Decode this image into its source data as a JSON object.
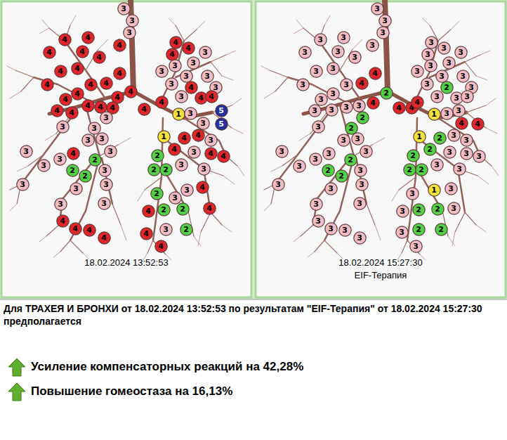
{
  "diagram": {
    "nodes": [
      {
        "text": [
          "3"
        ]
      },
      {
        "text": [
          "3"
        ]
      },
      {
        "text": [
          "3"
        ]
      },
      {
        "text": [
          "4"
        ]
      },
      {
        "text": [
          "4"
        ]
      },
      {
        "text": [
          "4"
        ]
      },
      {
        "text": [
          "4"
        ]
      },
      {
        "text": [
          "4"
        ]
      },
      {
        "text": [
          "4"
        ]
      },
      {
        "text": [
          "4"
        ]
      },
      {
        "text": [
          "4"
        ]
      },
      {
        "text": [
          "4"
        ]
      },
      {
        "text": [
          "4"
        ]
      },
      {
        "text": [
          "4"
        ]
      },
      {
        "text": [
          "4"
        ]
      },
      {
        "text": [
          "4"
        ]
      },
      {
        "text": [
          "4"
        ]
      },
      {
        "text": [
          "4"
        ]
      },
      {
        "text": [
          "4"
        ]
      },
      {
        "text": [
          "4"
        ]
      },
      {
        "text": [
          "4"
        ]
      },
      {
        "text": [
          "4"
        ]
      },
      {
        "text": [
          "4"
        ]
      },
      {
        "text": [
          "4"
        ]
      },
      {
        "text": [
          "4"
        ]
      },
      {
        "text": [
          "3"
        ]
      },
      {
        "text": [
          "3"
        ]
      },
      {
        "text": [
          "3"
        ]
      },
      {
        "text": [
          "3"
        ]
      },
      {
        "text": [
          "3"
        ]
      },
      {
        "text": [
          "4"
        ]
      },
      {
        "text": [
          "3"
        ]
      },
      {
        "text": [
          "3"
        ]
      },
      {
        "text": [
          "3"
        ]
      },
      {
        "text": [
          "3"
        ]
      },
      {
        "text": [
          "2"
        ]
      },
      {
        "text": [
          "3"
        ]
      },
      {
        "text": [
          "2"
        ]
      },
      {
        "text": [
          "2"
        ]
      },
      {
        "text": [
          "3"
        ]
      },
      {
        "text": [
          "3"
        ]
      },
      {
        "text": [
          "3"
        ]
      },
      {
        "text": [
          "3"
        ]
      },
      {
        "text": [
          "3"
        ]
      },
      {
        "text": [
          "4"
        ]
      },
      {
        "text": [
          "4"
        ]
      },
      {
        "text": [
          "4"
        ]
      },
      {
        "text": [
          "4"
        ]
      },
      {
        "text": [
          "4"
        ]
      },
      {
        "text": [
          "4"
        ]
      },
      {
        "text": [
          "4"
        ]
      },
      {
        "text": [
          "3"
        ]
      },
      {
        "text": [
          "3"
        ]
      },
      {
        "text": [
          "3"
        ]
      },
      {
        "text": [
          "3"
        ]
      },
      {
        "text": [
          "3"
        ]
      },
      {
        "text": [
          "3"
        ]
      },
      {
        "text": [
          "3"
        ]
      },
      {
        "text": [
          "3"
        ]
      },
      {
        "text": [
          "4"
        ]
      },
      {
        "text": [
          "3"
        ]
      },
      {
        "text": [
          "4"
        ]
      },
      {
        "text": [
          "4"
        ]
      },
      {
        "text": [
          "4"
        ]
      },
      {
        "text": [
          "1"
        ]
      },
      {
        "text": [
          "3"
        ]
      },
      {
        "text": [
          "5"
        ]
      },
      {
        "text": [
          "5"
        ]
      },
      {
        "text": [
          "3"
        ]
      },
      {
        "text": [
          "1"
        ]
      },
      {
        "text": [
          "4"
        ]
      },
      {
        "text": [
          "4"
        ]
      },
      {
        "text": [
          "3"
        ]
      },
      {
        "text": [
          "4"
        ]
      },
      {
        "text": [
          "3"
        ]
      },
      {
        "text": [
          "4"
        ]
      },
      {
        "text": [
          "4"
        ]
      },
      {
        "text": [
          "2"
        ]
      },
      {
        "text": [
          "2"
        ]
      },
      {
        "text": [
          "2"
        ]
      },
      {
        "text": [
          "3"
        ]
      },
      {
        "text": [
          "3"
        ]
      },
      {
        "text": [
          "3"
        ]
      },
      {
        "text": [
          "4"
        ]
      },
      {
        "text": [
          "2"
        ]
      },
      {
        "text": [
          "3"
        ]
      },
      {
        "text": [
          "4"
        ]
      },
      {
        "text": [
          "2"
        ]
      },
      {
        "text": [
          "2"
        ]
      },
      {
        "text": [
          "4"
        ]
      },
      {
        "text": [
          "3"
        ]
      },
      {
        "text": [
          "2"
        ]
      },
      {
        "text": [
          "4"
        ]
      },
      {
        "text": [
          "4"
        ]
      },
      {
        "text": [
          "3"
        ]
      },
      {
        "text": [
          "3"
        ]
      },
      {
        "text": [
          "3"
        ]
      },
      {
        "text": [
          "3"
        ]
      },
      {
        "text": [
          "3"
        ]
      },
      {
        "text": [
          "3"
        ]
      },
      {
        "text": [
          "3"
        ]
      },
      {
        "text": [
          "3"
        ]
      },
      {
        "text": [
          "3"
        ]
      },
      {
        "text": [
          "3"
        ]
      },
      {
        "text": [
          "3"
        ]
      },
      {
        "text": [
          "4"
        ]
      },
      {
        "text": [
          "4"
        ]
      },
      {
        "text": [
          "3"
        ]
      },
      {
        "text": [
          "3"
        ]
      },
      {
        "text": [
          "3"
        ]
      },
      {
        "text": [
          "3"
        ]
      },
      {
        "text": [
          "2"
        ]
      },
      {
        "text": [
          "4"
        ]
      },
      {
        "text": [
          "3"
        ]
      },
      {
        "text": [
          "3"
        ]
      },
      {
        "text": [
          "3"
        ]
      },
      {
        "text": [
          "3"
        ]
      },
      {
        "text": [
          "4"
        ]
      },
      {
        "text": [
          "4"
        ]
      },
      {
        "text": [
          "3"
        ]
      },
      {
        "text": [
          "2"
        ]
      },
      {
        "text": [
          "2"
        ]
      },
      {
        "text": [
          "3"
        ]
      },
      {
        "text": [
          "3"
        ]
      },
      {
        "text": [
          "3"
        ]
      },
      {
        "text": [
          "3"
        ]
      },
      {
        "text": [
          "3"
        ]
      },
      {
        "text": [
          "3"
        ]
      },
      {
        "text": [
          "3"
        ]
      },
      {
        "text": [
          "2"
        ]
      },
      {
        "text": [
          "3"
        ]
      },
      {
        "text": [
          "2"
        ]
      },
      {
        "text": [
          "2"
        ]
      },
      {
        "text": [
          "3"
        ]
      },
      {
        "text": [
          "3"
        ]
      },
      {
        "text": [
          "3"
        ]
      },
      {
        "text": [
          "3"
        ]
      },
      {
        "text": [
          "3"
        ]
      },
      {
        "text": [
          "3"
        ]
      },
      {
        "text": [
          "3"
        ]
      },
      {
        "text": [
          "3"
        ]
      },
      {
        "text": [
          "3"
        ]
      },
      {
        "text": [
          "3"
        ]
      },
      {
        "text": [
          "3"
        ]
      },
      {
        "text": [
          "3"
        ]
      },
      {
        "text": [
          "3"
        ]
      },
      {
        "text": [
          "3"
        ]
      },
      {
        "text": [
          "3"
        ]
      },
      {
        "text": [
          "3"
        ]
      },
      {
        "text": [
          "3"
        ]
      },
      {
        "text": [
          "3"
        ]
      },
      {
        "text": [
          "3"
        ]
      },
      {
        "text": [
          "3"
        ]
      },
      {
        "text": [
          "2"
        ]
      },
      {
        "text": [
          "3"
        ]
      },
      {
        "text": [
          "3"
        ]
      },
      {
        "text": [
          "3"
        ]
      },
      {
        "text": [
          "4"
        ]
      },
      {
        "text": [
          "1"
        ]
      },
      {
        "text": [
          "3"
        ]
      },
      {
        "text": [
          "4"
        ]
      },
      {
        "text": [
          "4"
        ]
      },
      {
        "text": [
          "3"
        ]
      },
      {
        "text": [
          "1"
        ]
      },
      {
        "text": [
          "2"
        ]
      },
      {
        "text": [
          "3"
        ]
      },
      {
        "text": [
          "3"
        ]
      },
      {
        "text": [
          "2"
        ]
      },
      {
        "text": [
          "3"
        ]
      },
      {
        "text": [
          "3"
        ]
      },
      {
        "text": [
          "3"
        ]
      },
      {
        "text": [
          "2"
        ]
      },
      {
        "text": [
          "2"
        ]
      },
      {
        "text": [
          "2"
        ]
      },
      {
        "text": [
          "3"
        ]
      },
      {
        "text": [
          "3"
        ]
      },
      {
        "text": [
          "1"
        ]
      },
      {
        "text": [
          "3"
        ]
      },
      {
        "text": [
          "3"
        ]
      },
      {
        "text": [
          "3"
        ]
      },
      {
        "text": [
          "2"
        ]
      },
      {
        "text": [
          "2"
        ]
      },
      {
        "text": [
          "3"
        ]
      },
      {
        "text": [
          "2"
        ]
      },
      {
        "text": [
          "2"
        ]
      },
      {
        "text": [
          "3"
        ]
      },
      {
        "text": [
          "3"
        ]
      }
    ],
    "labels": [
      "18.02.2024 13:52:53",
      "18.02.2024 15:27:30",
      "EIF-Терапия",
      "Для ТРАХЕЯ И БРОНХИ от 18.02.2024 13:52:53 по результатам \"EIF-Терапия\" от 18.02.2024 15:27:30 предполагается",
      "Усиление компенсаторных реакций на 42,28%",
      "Повышение гомеостаза на 16,13%"
    ]
  }
}
